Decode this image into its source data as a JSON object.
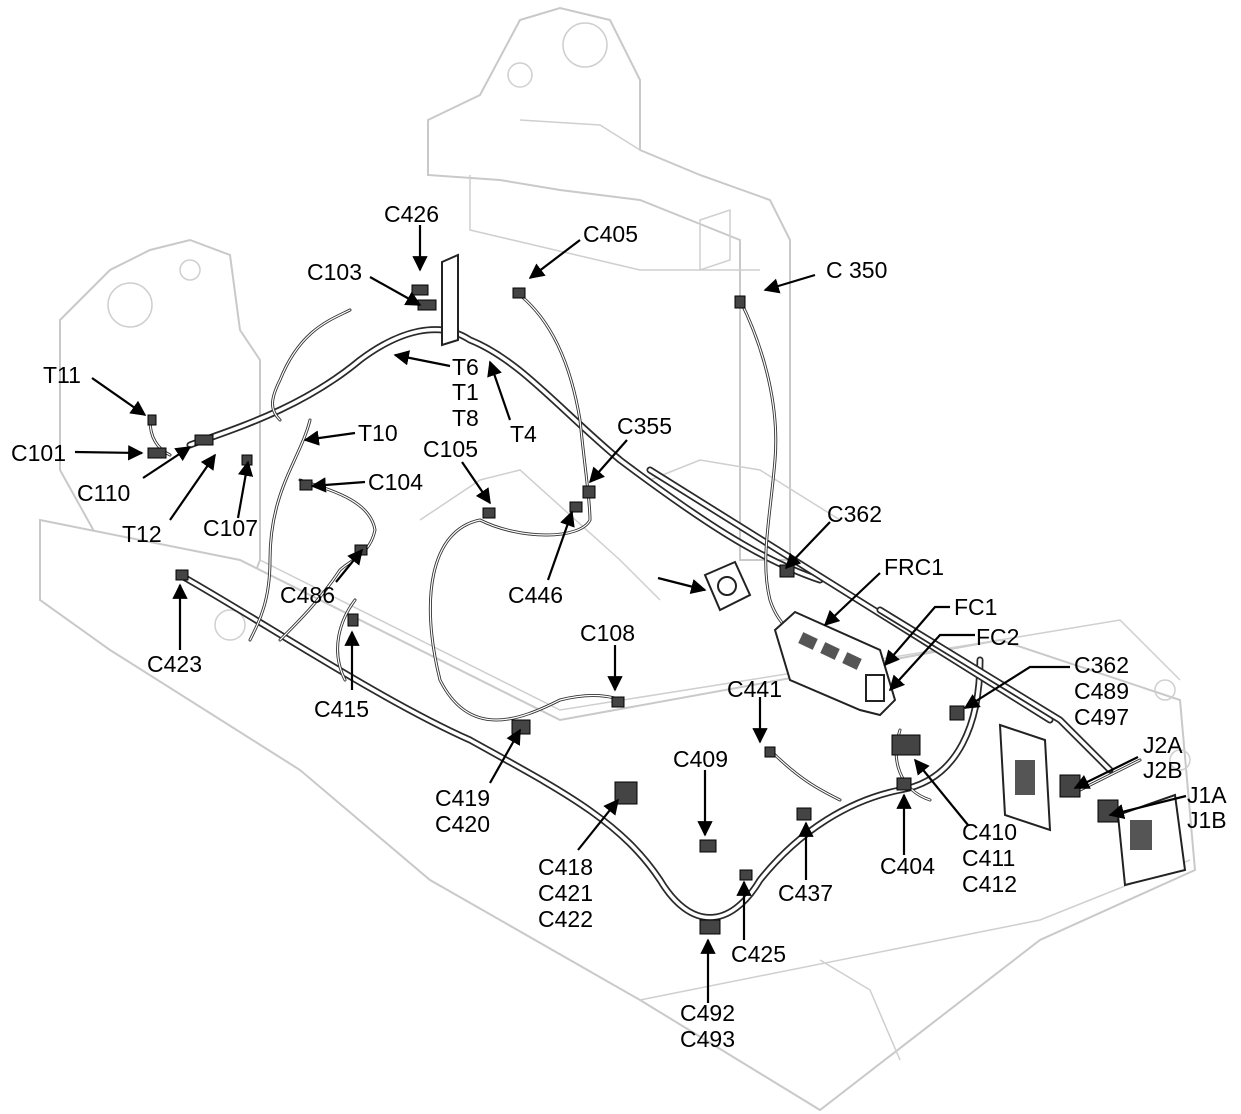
{
  "callouts": {
    "C426": "C426",
    "C405": "C405",
    "C350": "C 350",
    "C103": "C103",
    "T11": "T11",
    "T6": "T6",
    "T1": "T1",
    "T8": "T8",
    "T4": "T4",
    "C101": "C101",
    "T10": "T10",
    "C105": "C105",
    "C355": "C355",
    "C110": "C110",
    "C104": "C104",
    "T12": "T12",
    "C107": "C107",
    "C362a": "C362",
    "FRC1": "FRC1",
    "C486": "C486",
    "C446": "C446",
    "FC1": "FC1",
    "FC2": "FC2",
    "C108": "C108",
    "C423": "C423",
    "C415": "C415",
    "C362b": "C362",
    "C489": "C489",
    "C497": "C497",
    "C441": "C441",
    "J2A": "J2A",
    "J2B": "J2B",
    "C409": "C409",
    "J1A": "J1A",
    "J1B": "J1B",
    "C419": "C419",
    "C420": "C420",
    "C410": "C410",
    "C411": "C411",
    "C412": "C412",
    "C418": "C418",
    "C421": "C421",
    "C422": "C422",
    "C404": "C404",
    "C437": "C437",
    "C425": "C425",
    "C492": "C492",
    "C493": "C493"
  }
}
